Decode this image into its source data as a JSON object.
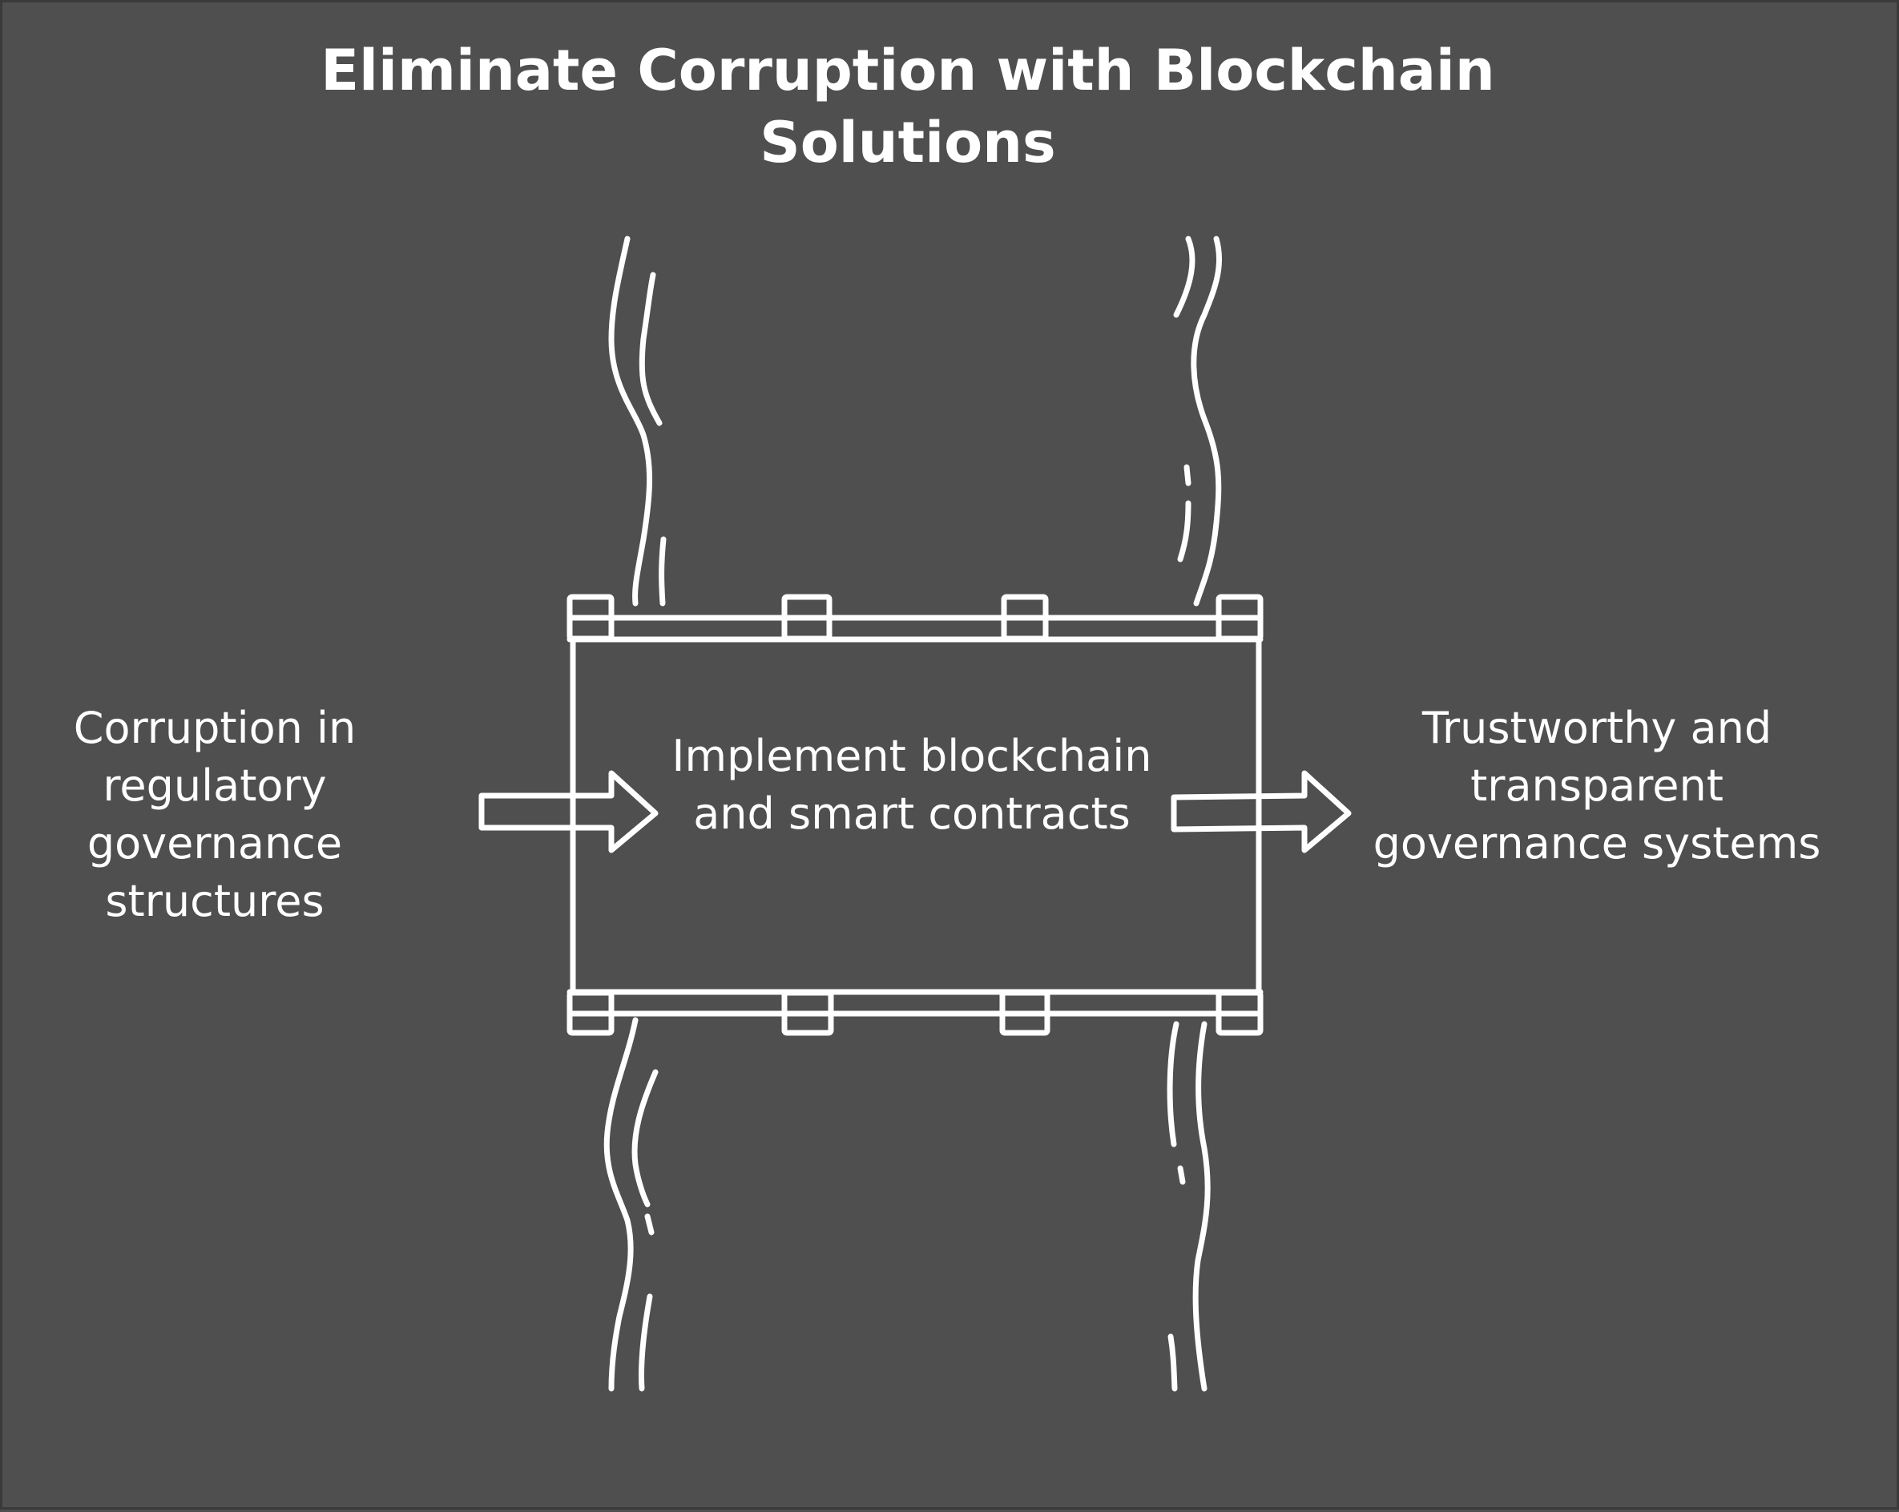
{
  "title": "Eliminate Corruption with Blockchain Solutions",
  "input": {
    "text": "Corruption in regulatory governance structures"
  },
  "process": {
    "text": "Implement blockchain and smart contracts"
  },
  "output": {
    "text": "Trustworthy and transparent governance systems"
  },
  "colors": {
    "background": "#4f4f4f",
    "stroke": "#ffffff",
    "text": "#ffffff"
  }
}
